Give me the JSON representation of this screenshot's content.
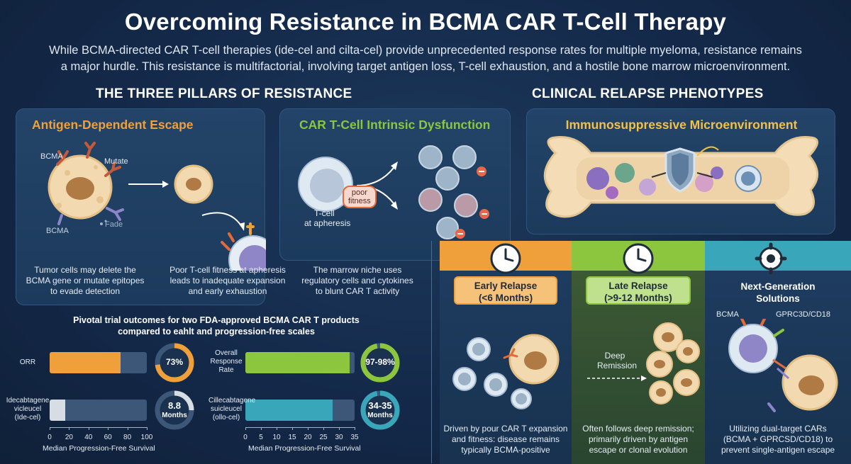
{
  "header": {
    "title": "Overcoming Resistance in BCMA CAR T-Cell Therapy",
    "subtitle_line1": "While BCMA-directed CAR T-cell therapies (ide-cel and cilta-cel) provide unprecedented response rates for multiple myeloma, resistance remains",
    "subtitle_line2": "a major hurdle. This resistance is multifactorial, involving target antigen loss, T-cell exhaustion, and a hostile bone marrow microenvironment."
  },
  "pillars": {
    "heading": "THE THREE PILLARS OF RESISTANCE",
    "antigen": {
      "title": "Antigen-Dependent Escape",
      "label_bcma_top": "BCMA",
      "label_mutate": "Mutate",
      "label_bcma_bottom": "BCMA",
      "label_fade": "Fade",
      "caption": [
        "Tumor cells may delete the",
        "BCMA gene or mutate epitopes",
        "to evade detection"
      ]
    },
    "intrinsic": {
      "title": "CAR T-Cell Intrinsic Dysfunction",
      "label_poor": "poor",
      "label_fitness": "fitness",
      "label_tcell": "T-cell",
      "label_apheresis": "at apheresis",
      "caption": [
        "Poor T-cell fitness at apheresis",
        "leads to inadequate expansion",
        "and early exhaustion"
      ]
    },
    "niche_caption": [
      "The marrow niche uses",
      "regulatory cells and cytokines",
      "to blunt CAR T activity"
    ]
  },
  "phenotypes": {
    "heading": "CLINICAL RELAPSE PHENOTYPES",
    "microenv_title": "Immunosuppressive Microenvironment",
    "early": {
      "title1": "Early Relapse",
      "title2": "(<6 Months)",
      "caption": [
        "Driven by pour CAR T expansion",
        "and fitness: disease remains",
        "typically BCMA-positive"
      ]
    },
    "late": {
      "title1": "Late Relapse",
      "title2": "(>9-12 Months)",
      "deep1": "Deep",
      "deep2": "Remission",
      "caption": [
        "Often follows deep remission;",
        "primarily driven by antigen",
        "escape or clonal evolution"
      ]
    },
    "next": {
      "title1": "Next-Generation",
      "title2": "Solutions",
      "label_bcma": "BCMA",
      "label_gprc": "GPRC3D/CD18",
      "caption": [
        "Utilizing dual-target CARs",
        "(BCMA + GPRCSD/CD18) to",
        "prevent single-antigen escape"
      ]
    },
    "colors": {
      "early": "#f0a03a",
      "late": "#8cc63f",
      "next": "#3aa6b9"
    }
  },
  "trials": {
    "heading1": "Pivotal trial outcomes for two FDA-approved BCMA CAR T products",
    "heading2": "compared to eahlt and progression-free scales",
    "chart_data": [
      {
        "type": "bar",
        "orientation": "horizontal",
        "categories": [
          "ORR",
          "Idecabtagene vicleucel (ide-cel)"
        ],
        "category_lines": [
          [
            "ORR"
          ],
          [
            "Idecabtagene",
            "vicleucel",
            "(Ide-cel)"
          ]
        ],
        "values": [
          73,
          16
        ],
        "colors": [
          "#f0a03a",
          "#d7dde5"
        ],
        "xlim": [
          0,
          100
        ],
        "xticks": [
          "0",
          "20",
          "40",
          "60",
          "80",
          "100"
        ],
        "xlabel": "Median Progression-Free Survival",
        "donuts": [
          {
            "label": "73%",
            "fraction": 0.73,
            "color": "#f0a03a"
          },
          {
            "label1": "8.8",
            "label2": "Months",
            "fraction": 0.25,
            "color": "#d7dde5"
          }
        ]
      },
      {
        "type": "bar",
        "orientation": "horizontal",
        "categories": [
          "Overall Response Rate",
          "Cillecabtagene suicleucel (ollo-cel)"
        ],
        "category_lines": [
          [
            "Overall",
            "Response",
            "Rate"
          ],
          [
            "Cillecabtagene",
            "suicleucel",
            "(ollo-cel)"
          ]
        ],
        "values": [
          33.5,
          28
        ],
        "colors": [
          "#8cc63f",
          "#3aa6b9"
        ],
        "xlim": [
          0,
          35
        ],
        "xticks": [
          "0",
          "5",
          "10",
          "15",
          "20",
          "25",
          "30",
          "35"
        ],
        "xlabel": "Median Progression-Free Survival",
        "donuts": [
          {
            "label": "97-98%",
            "fraction": 0.97,
            "color": "#8cc63f"
          },
          {
            "label1": "34-35",
            "label2": "Months",
            "fraction": 0.97,
            "color": "#3aa6b9"
          }
        ]
      }
    ]
  }
}
